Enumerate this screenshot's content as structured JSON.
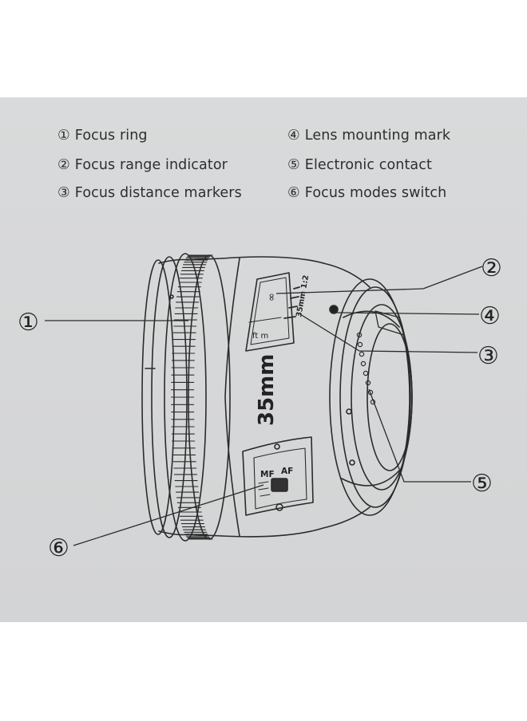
{
  "legend": [
    {
      "num": "①",
      "label": "Focus ring"
    },
    {
      "num": "②",
      "label": "Focus range indicator"
    },
    {
      "num": "③",
      "label": "Focus distance markers"
    },
    {
      "num": "④",
      "label": "Lens mounting mark"
    },
    {
      "num": "⑤",
      "label": "Electronic contact"
    },
    {
      "num": "⑥",
      "label": "Focus modes switch"
    }
  ],
  "callouts": [
    "①",
    "②",
    "③",
    "④",
    "⑤",
    "⑥"
  ],
  "lens_text": {
    "focal_length": "35mm",
    "barrel_marking": "35mm 1:2",
    "infinity": "∞",
    "scale_units": "ft  m",
    "switch_mf": "MF",
    "switch_af": "AF"
  }
}
